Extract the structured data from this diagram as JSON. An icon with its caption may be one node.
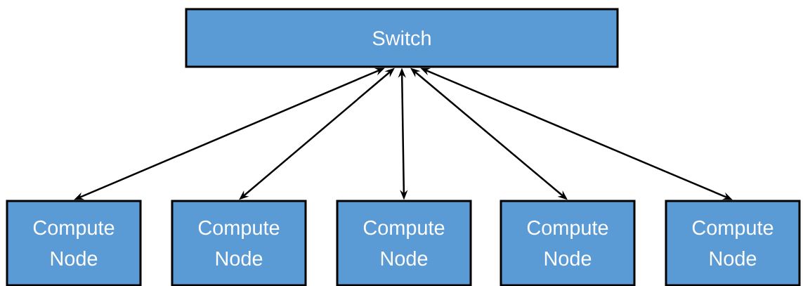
{
  "diagram": {
    "nodes": [
      {
        "text": [
          "Switch"
        ]
      },
      {
        "text": [
          "Compute Node"
        ]
      },
      {
        "text": [
          "Compute Node"
        ]
      },
      {
        "text": [
          "Compute Node"
        ]
      },
      {
        "text": [
          "Compute Node"
        ]
      },
      {
        "text": [
          "Compute Node"
        ]
      }
    ],
    "edges": [
      {
        "from": 0,
        "to": 1,
        "arrow": "both"
      },
      {
        "from": 0,
        "to": 2,
        "arrow": "both"
      },
      {
        "from": 0,
        "to": 3,
        "arrow": "both"
      },
      {
        "from": 0,
        "to": 4,
        "arrow": "both"
      },
      {
        "from": 0,
        "to": 5,
        "arrow": "both"
      }
    ]
  }
}
